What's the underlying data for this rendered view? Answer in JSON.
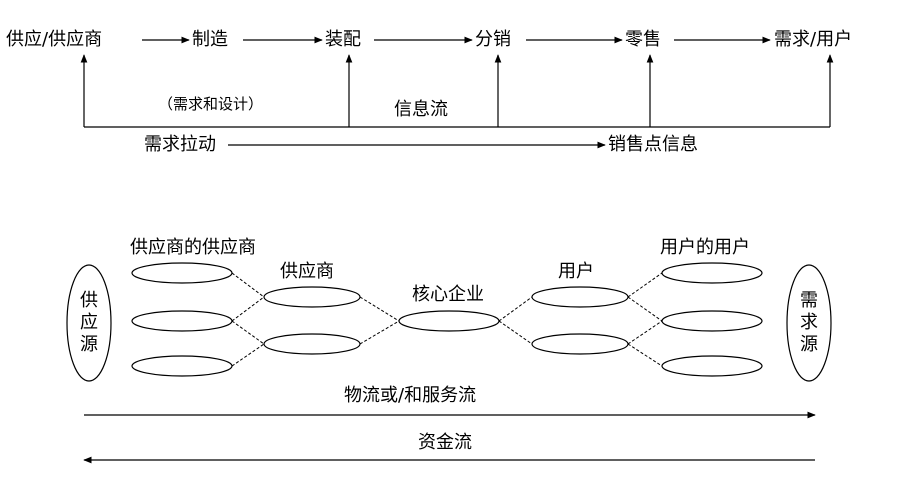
{
  "top": {
    "chain": [
      "供应/供应商",
      "制造",
      "装配",
      "分销",
      "零售",
      "需求/用户"
    ],
    "design_note": "（需求和设计）",
    "info_flow": "信息流",
    "demand_pull": "需求拉动",
    "pos_info": "销售点信息"
  },
  "bottom": {
    "supply_source": "供应源",
    "demand_source": "需求源",
    "supplier_of_supplier": "供应商的供应商",
    "supplier": "供应商",
    "core": "核心企业",
    "user": "用户",
    "user_of_user": "用户的用户",
    "material_flow": "物流或/和服务流",
    "capital_flow": "资金流"
  },
  "colors": {
    "ink": "#000000",
    "background": "#ffffff"
  }
}
